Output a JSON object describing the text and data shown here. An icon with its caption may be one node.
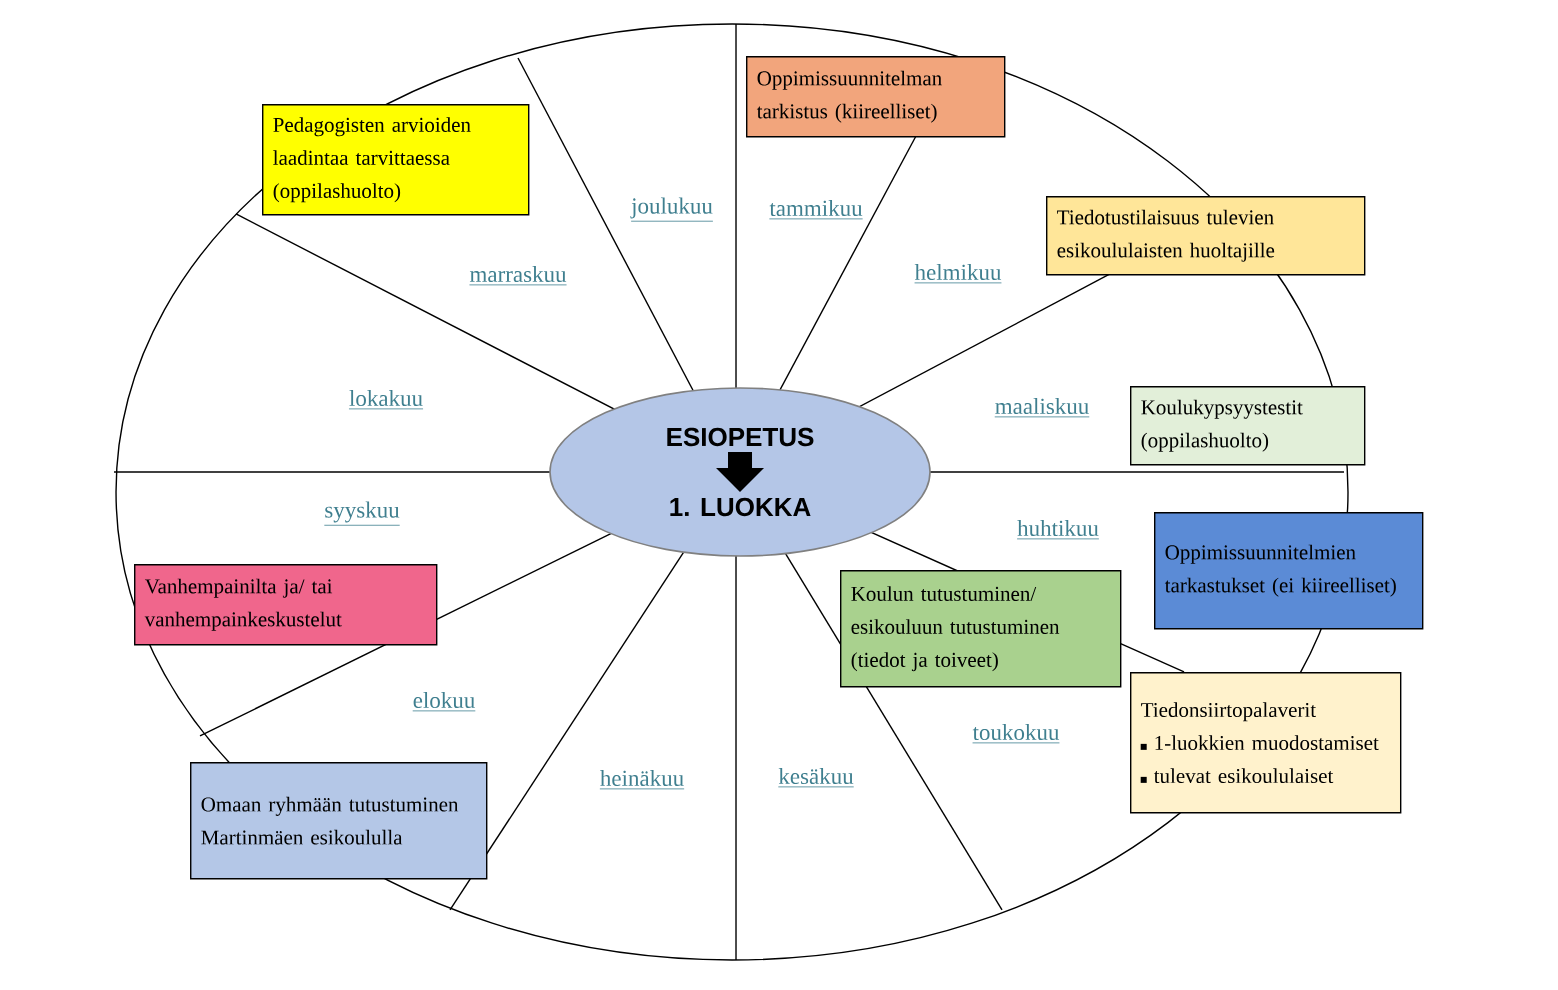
{
  "diagram": {
    "nodes": [
      {
        "text": [
          "ESIOPETUS",
          "1. LUOKKA"
        ]
      },
      {
        "text": [
          "Pedagogisten arvioiden laadintaa tarvittaessa (oppilashuolto)"
        ]
      },
      {
        "text": [
          "Oppimissuunnitelman tarkistus (kiireelliset)"
        ]
      },
      {
        "text": [
          "Tiedotustilaisuus tulevien esikoululaisten huoltajille"
        ]
      },
      {
        "text": [
          "Koulukypsyystestit (oppilashuolto)"
        ]
      },
      {
        "text": [
          "Oppimissuunnitelmien tarkastukset (ei kiireelliset)"
        ]
      },
      {
        "text": [
          "Koulun tutustuminen/ esikouluun tutustuminen (tiedot ja toiveet)"
        ]
      },
      {
        "text": [
          "Tiedonsiirtopalaverit",
          "1-luokkien muodostamiset",
          "tulevat esikoululaiset"
        ]
      },
      {
        "text": [
          "Vanhempainilta ja/ tai vanhempainkeskustelut"
        ]
      },
      {
        "text": [
          "Omaan ryhmään tutustuminen Martinmäen esikoululla"
        ]
      }
    ],
    "labels": [
      "joulukuu",
      "tammikuu",
      "marraskuu",
      "helmikuu",
      "lokakuu",
      "maaliskuu",
      "syyskuu",
      "huhtikuu",
      "elokuu",
      "toukokuu",
      "kesäkuu",
      "heinäkuu"
    ]
  }
}
